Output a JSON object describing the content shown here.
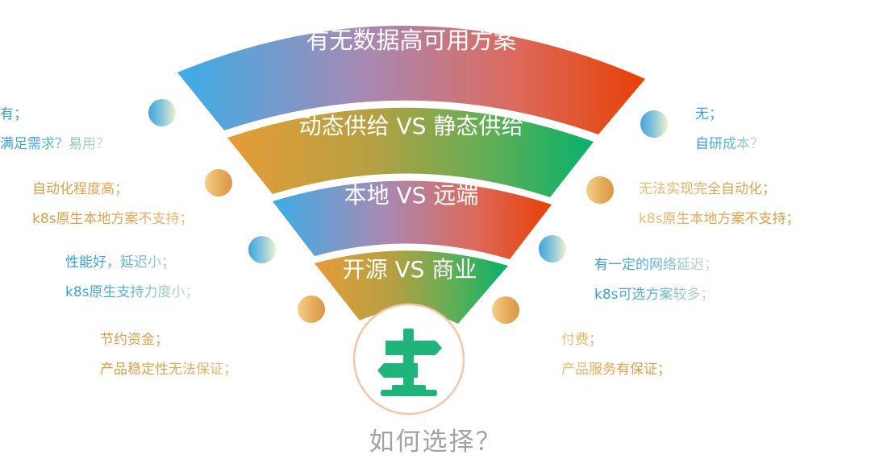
{
  "bands": [
    {
      "label": "有无数据高可用方案",
      "colors": [
        "#3aaee6",
        "#a889b4",
        "#dc6a5c",
        "#e74106"
      ]
    },
    {
      "label": "动态供给 VS 静态供给",
      "colors": [
        "#e59c36",
        "#b5a043",
        "#5fae56",
        "#06b26b"
      ]
    },
    {
      "label": "本地 VS 远端",
      "colors": [
        "#3aaee6",
        "#a889b4",
        "#dc6a5c",
        "#e74106"
      ]
    },
    {
      "label": "开源 VS 商业",
      "colors": [
        "#e59c36",
        "#b5a043",
        "#5fae56",
        "#06b26b"
      ]
    }
  ],
  "left_notes": [
    {
      "lines": [
        "有；",
        "满足需求？易用？"
      ],
      "style": "blue"
    },
    {
      "lines": [
        "自动化程度高；",
        "k8s原生本地方案不支持；"
      ],
      "style": "orange"
    },
    {
      "lines": [
        "性能好，延迟小；",
        "k8s原生支持力度小；"
      ],
      "style": "blue"
    },
    {
      "lines": [
        "节约资金；",
        "产品稳定性无法保证；"
      ],
      "style": "orange"
    }
  ],
  "right_notes": [
    {
      "lines": [
        "无；",
        "自研成本？"
      ],
      "style": "blue"
    },
    {
      "lines": [
        "无法实现完全自动化；",
        "k8s原生本地方案不支持；"
      ],
      "style": "orange"
    },
    {
      "lines": [
        "有一定的网络延迟；",
        "k8s可选方案较多；"
      ],
      "style": "blue"
    },
    {
      "lines": [
        "付费；",
        "产品服务有保证；"
      ],
      "style": "orange"
    }
  ],
  "question": "如何选择？",
  "icon": {
    "name": "signpost-icon",
    "color": "#1fb57a",
    "ring": "#f2c7a5"
  }
}
